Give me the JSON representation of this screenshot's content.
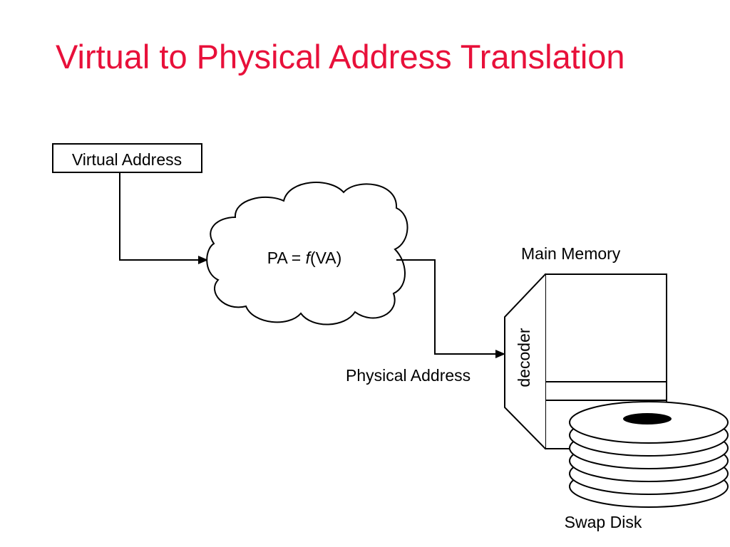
{
  "title": "Virtual to Physical Address Translation",
  "colors": {
    "title": "#e8103a",
    "stroke": "#000000",
    "background": "#ffffff"
  },
  "diagram": {
    "virtual_address_label": "Virtual Address",
    "function_prefix": "PA = ",
    "function_name": "f",
    "function_arg": "(VA)",
    "physical_address_label": "Physical Address",
    "main_memory_label": "Main Memory",
    "decoder_label": "decoder",
    "swap_disk_label": "Swap Disk"
  }
}
